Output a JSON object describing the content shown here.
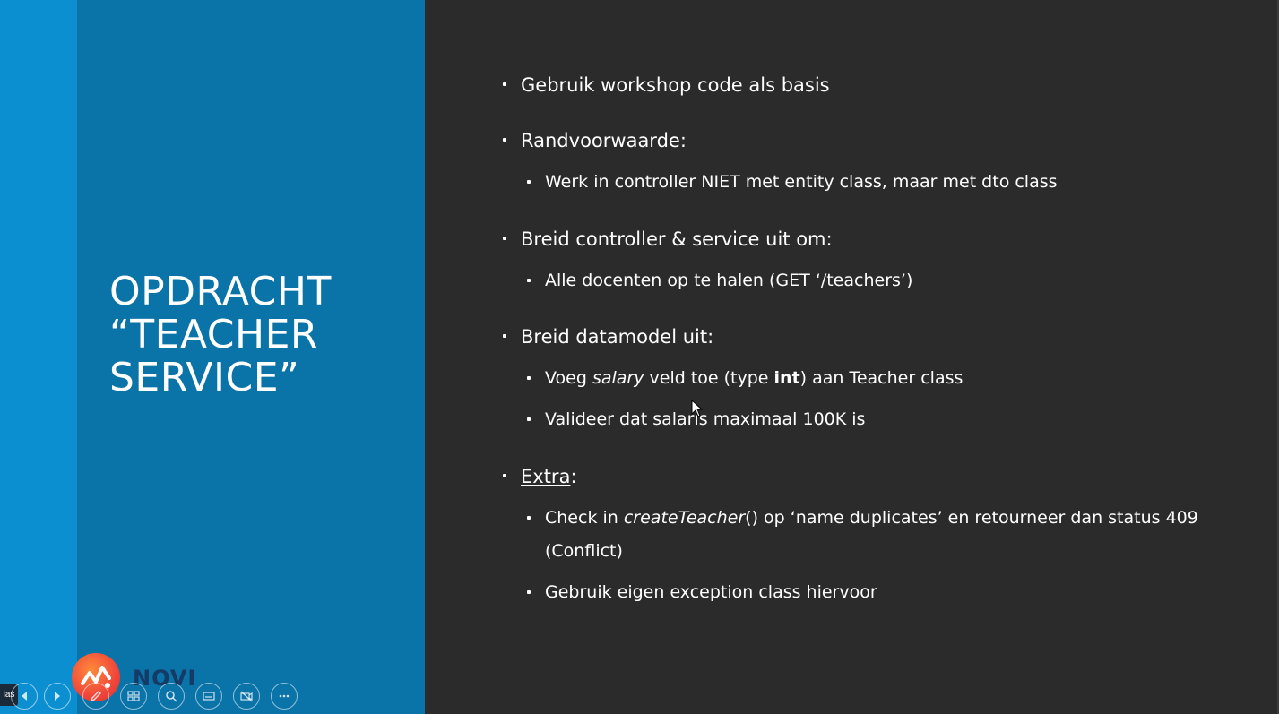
{
  "slide": {
    "title_lines": [
      "OPDRACHT",
      "“TEACHER",
      "SERVICE”"
    ],
    "bullets": {
      "b1": "Gebruik workshop code als basis",
      "b2": "Randvoorwaarde",
      "b2_suffix": ":",
      "b2_1": "Werk in controller NIET met entity class, maar met dto class",
      "b3": "Breid controller & service uit om:",
      "b3_1": "Alle docenten op te halen (GET ‘/teachers’)",
      "b4": "Breid datamodel uit",
      "b4_suffix": ":",
      "b4_1_a": "Voeg ",
      "b4_1_b": "salary",
      "b4_1_c": " veld toe (type ",
      "b4_1_d": "int",
      "b4_1_e": ") aan Teacher class",
      "b4_2": "Valideer dat salaris maximaal 100K is",
      "b5": "Extra",
      "b5_suffix": ":",
      "b5_1_a": "Check in ",
      "b5_1_b": "createTeacher",
      "b5_1_c": "() op ‘name duplicates’ en retourneer dan status 409",
      "b5_1_line2": "(Conflict)",
      "b5_2": "Gebruik eigen exception class hiervoor"
    }
  },
  "logo": {
    "text": "NOVI"
  },
  "toolbar": {
    "label": "ias",
    "buttons": [
      "previous-icon",
      "next-icon",
      "pen-icon",
      "slides-icon",
      "zoom-icon",
      "subtitles-icon",
      "camera-off-icon",
      "more-icon"
    ]
  },
  "colors": {
    "stripe": "#0b8fd0",
    "left_panel": "#0a73a8",
    "right_panel": "#2b2b2b",
    "text": "#ffffff",
    "logo_mark": "#f0463a",
    "logo_text": "#153a66"
  }
}
